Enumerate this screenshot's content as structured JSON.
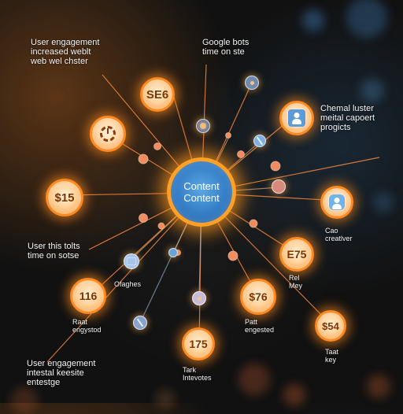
{
  "center": {
    "line1": "Content",
    "line2": "Content"
  },
  "value_nodes": [
    {
      "id": "se6",
      "text": "SE6"
    },
    {
      "id": "dollar15",
      "text": "$15"
    },
    {
      "id": "e75",
      "text": "E75"
    },
    {
      "id": "n116",
      "text": "116"
    },
    {
      "id": "dollar76",
      "text": "$76"
    },
    {
      "id": "n175",
      "text": "175"
    },
    {
      "id": "dollar54",
      "text": "$54"
    }
  ],
  "text_labels": [
    {
      "id": "top-left",
      "lines": [
        "User engagement",
        "increased weblt",
        "web wel chster"
      ]
    },
    {
      "id": "top-right",
      "lines": [
        "Google bots",
        "time on ste"
      ]
    },
    {
      "id": "right-upper",
      "lines": [
        "Chemal luster",
        "meital capoert",
        "progicts"
      ]
    },
    {
      "id": "left-middle",
      "lines": [
        "User this tolts",
        "time on sotse"
      ]
    },
    {
      "id": "right-middle",
      "lines": [
        "Cao",
        "creatlver"
      ]
    },
    {
      "id": "middle-left",
      "lines": [
        "Ofaghes"
      ]
    },
    {
      "id": "e75-caption",
      "lines": [
        "Rel",
        "Mey"
      ]
    },
    {
      "id": "n116-caption",
      "lines": [
        "Raat",
        "engystod"
      ]
    },
    {
      "id": "dollar76-caption",
      "lines": [
        "Patt",
        "engested"
      ]
    },
    {
      "id": "n175-caption",
      "lines": [
        "Tark",
        "Intevotes"
      ]
    },
    {
      "id": "dollar54-caption",
      "lines": [
        "Taat",
        "key"
      ]
    },
    {
      "id": "bottom-left",
      "lines": [
        "User engagement",
        "intestal keesite",
        "entestge"
      ]
    }
  ],
  "icons": {
    "clock": "clock-icon",
    "user_top_right": "user-icon",
    "user_right": "user-icon",
    "small_target": "target-icon",
    "small_book": "book-icon",
    "small_slash": "slash-icon",
    "small_sparks": "spark-icon"
  },
  "colors": {
    "background": "#111111",
    "orange_glow": "#ff8a22",
    "center_blue": "#2f78c2",
    "text_white": "#f4f4f4",
    "value_text": "#7a3604"
  }
}
